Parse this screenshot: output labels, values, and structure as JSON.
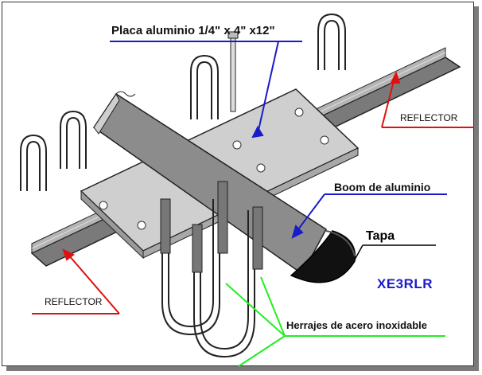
{
  "labels": {
    "plate": "Placa aluminio 1/4\" x 4\" x12\"",
    "boom": "Boom de aluminio",
    "cap": "Tapa",
    "reflector_right": "REFLECTOR",
    "reflector_left": "REFLECTOR",
    "callsign": "XE3RLR",
    "hardware": "Herrajes de acero inoxidable"
  },
  "colors": {
    "plate_leader": "#1a1acc",
    "boom_leader": "#1a1acc",
    "reflector_leader": "#e01010",
    "hardware_leader": "#22ee22",
    "callsign": "#1a1acc",
    "boom_fill": "#8c8c8c",
    "plate_fill": "#c8c8c8",
    "reflector_fill": "#7a7a7a"
  }
}
